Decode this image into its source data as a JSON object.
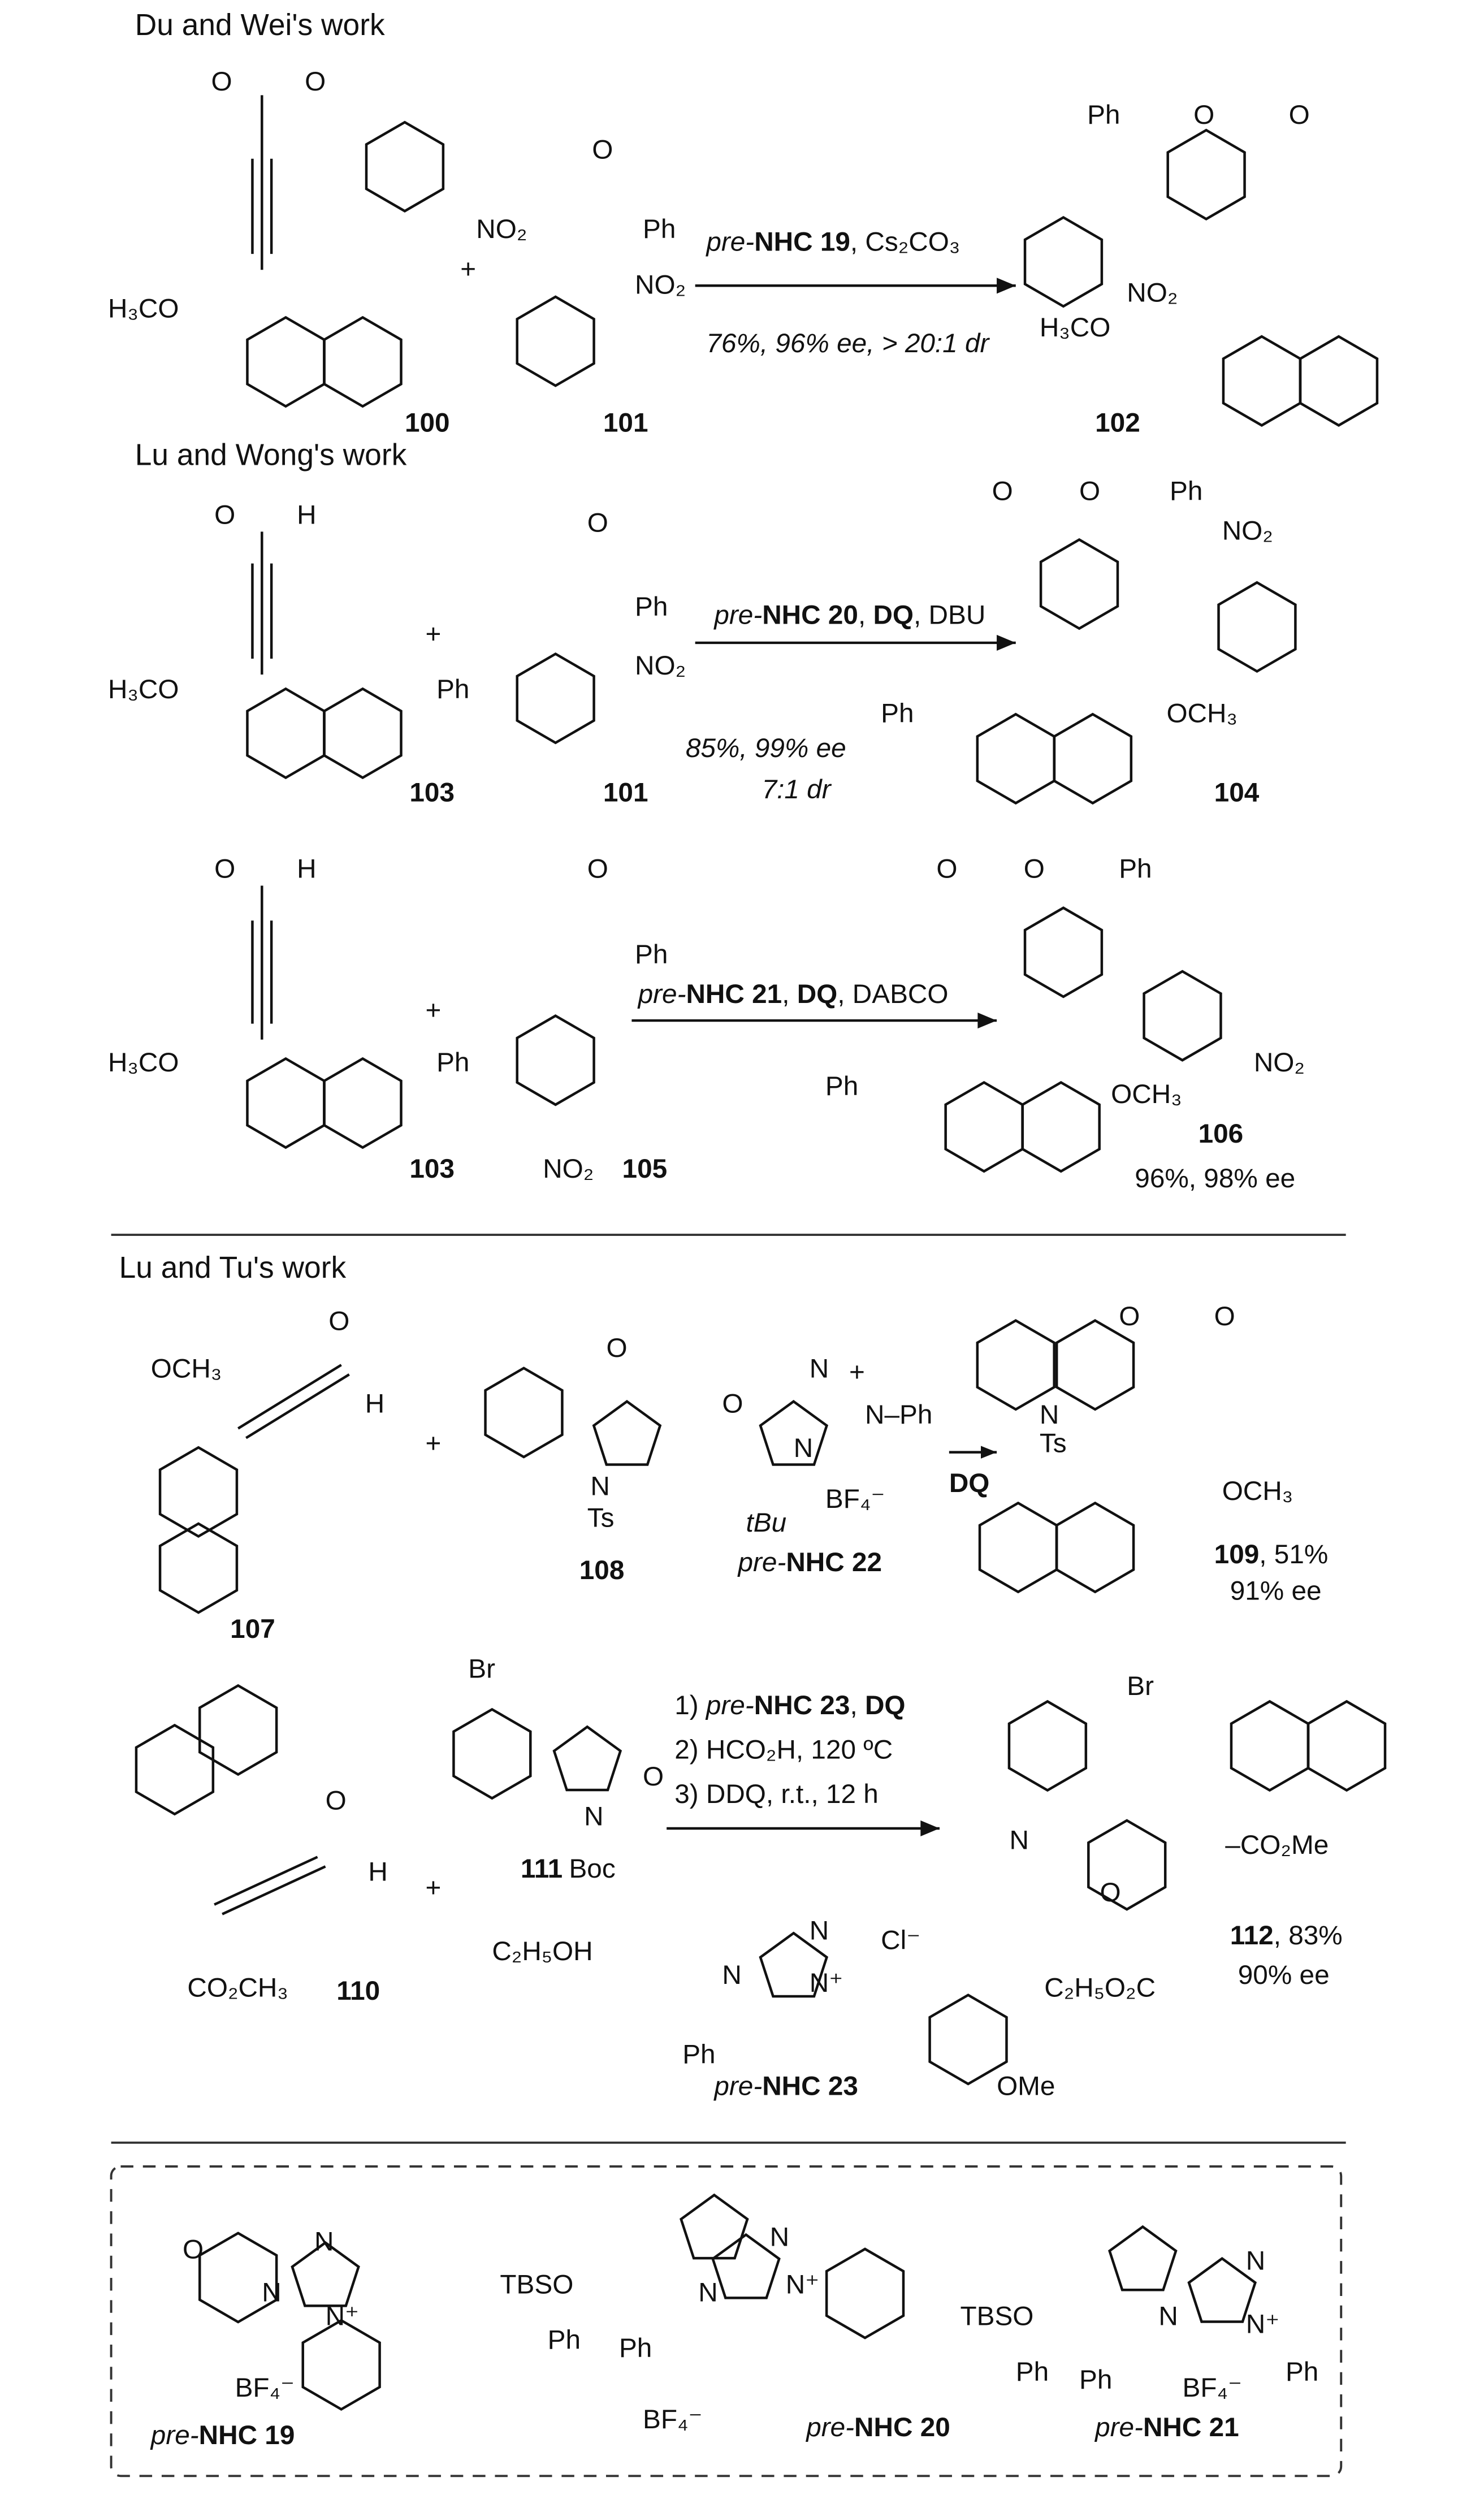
{
  "sections": [
    {
      "title": "Du and Wei's work",
      "compounds": [
        "100",
        "101",
        "102"
      ],
      "reagent_prefix": "pre-",
      "reagent_name": "NHC 19",
      "reagent_rest": ", Cs₂CO₃",
      "conditions": "76%, 96% ee, > 20:1 dr"
    },
    {
      "title": "Lu and Wong's work",
      "compounds": [
        "103",
        "101",
        "104"
      ],
      "reagent_prefix": "pre-",
      "reagent_name": "NHC 20",
      "reagent_sep": ", ",
      "reagent_ox": "DQ",
      "reagent_rest": ", DBU",
      "conditions": [
        "85%, 99% ee",
        "7:1 dr"
      ]
    },
    {
      "compounds": [
        "103",
        "105",
        "106"
      ],
      "reagent_prefix": "pre-",
      "reagent_name": "NHC 21",
      "reagent_sep": ", ",
      "reagent_ox": "DQ",
      "reagent_rest": ", DABCO",
      "yield": "96%, 98% ee"
    },
    {
      "title": "Lu and Tu's work",
      "compounds": [
        "107",
        "108",
        "109"
      ],
      "catalyst_prefix": "pre-",
      "catalyst_name": "NHC 22",
      "oxidant": "DQ",
      "yield": ", 51%",
      "ee": "91% ee"
    },
    {
      "compounds": [
        "110",
        "111",
        "112"
      ],
      "steps": [
        "1) ",
        "pre-",
        "NHC 23",
        ", ",
        "DQ",
        "2) HCO₂H, 120 ºC",
        "3) DDQ, r.t., 12 h"
      ],
      "solvent": "C₂H₅OH",
      "catalyst_prefix": "pre-",
      "catalyst_name": "NHC 23",
      "yield": ", 83%",
      "ee": "90% ee"
    }
  ],
  "catalysts": [
    {
      "prefix": "pre-",
      "name": "NHC 19"
    },
    {
      "prefix": "pre-",
      "name": "NHC 20"
    },
    {
      "prefix": "pre-",
      "name": "NHC 21"
    }
  ],
  "labels": {
    "O": "O",
    "H": "H",
    "Ph": "Ph",
    "NO2": "NO₂",
    "H3CO": "H₃CO",
    "OCH3": "OCH₃",
    "N": "N",
    "Ts": "Ts",
    "Br": "Br",
    "Boc": "Boc",
    "BF4": "BF₄⁻",
    "Cl": "Cl⁻",
    "TBSO": "TBSO",
    "tBu": "tBu",
    "CO2Me": "–CO₂Me",
    "CO2CH3": "CO₂CH₃",
    "C2H5O2C": "C₂H₅O₂C",
    "OMe": "OMe",
    "plus": "+",
    "Nplus": "N⁺",
    "NPh": "N–Ph"
  }
}
